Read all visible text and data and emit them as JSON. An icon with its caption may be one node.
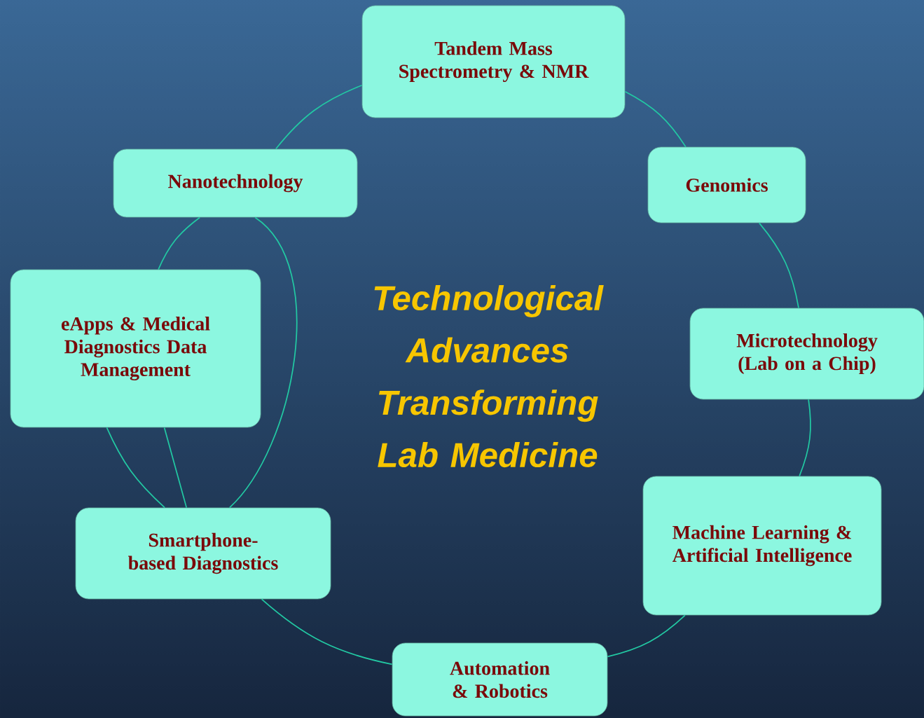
{
  "diagram": {
    "title": "Technological Advances Transforming Lab Medicine",
    "nodes": [
      {
        "text": [
          "Tandem Mass Spectrometry & NMR"
        ]
      },
      {
        "text": [
          "Genomics"
        ]
      },
      {
        "text": [
          "Microtechnology (Lab on a Chip)"
        ]
      },
      {
        "text": [
          "Machine Learning & Artificial Intelligence"
        ]
      },
      {
        "text": [
          "Automation & Robotics"
        ]
      },
      {
        "text": [
          "Smartphone-based Diagnostics"
        ]
      },
      {
        "text": [
          "eApps & Medical Diagnostics Data Management"
        ]
      },
      {
        "text": [
          "Nanotechnology"
        ]
      }
    ],
    "edges": [
      {
        "from": 0,
        "to": 1,
        "arrow": "none"
      },
      {
        "from": 1,
        "to": 2,
        "arrow": "none"
      },
      {
        "from": 2,
        "to": 3,
        "arrow": "none"
      },
      {
        "from": 3,
        "to": 4,
        "arrow": "none"
      },
      {
        "from": 4,
        "to": 5,
        "arrow": "none"
      },
      {
        "from": 5,
        "to": 6,
        "arrow": "none"
      },
      {
        "from": 6,
        "to": 7,
        "arrow": "none"
      },
      {
        "from": 7,
        "to": 0,
        "arrow": "none"
      },
      {
        "from": 7,
        "to": 5,
        "arrow": "none"
      },
      {
        "from": 6,
        "to": 5,
        "arrow": "none"
      }
    ]
  }
}
